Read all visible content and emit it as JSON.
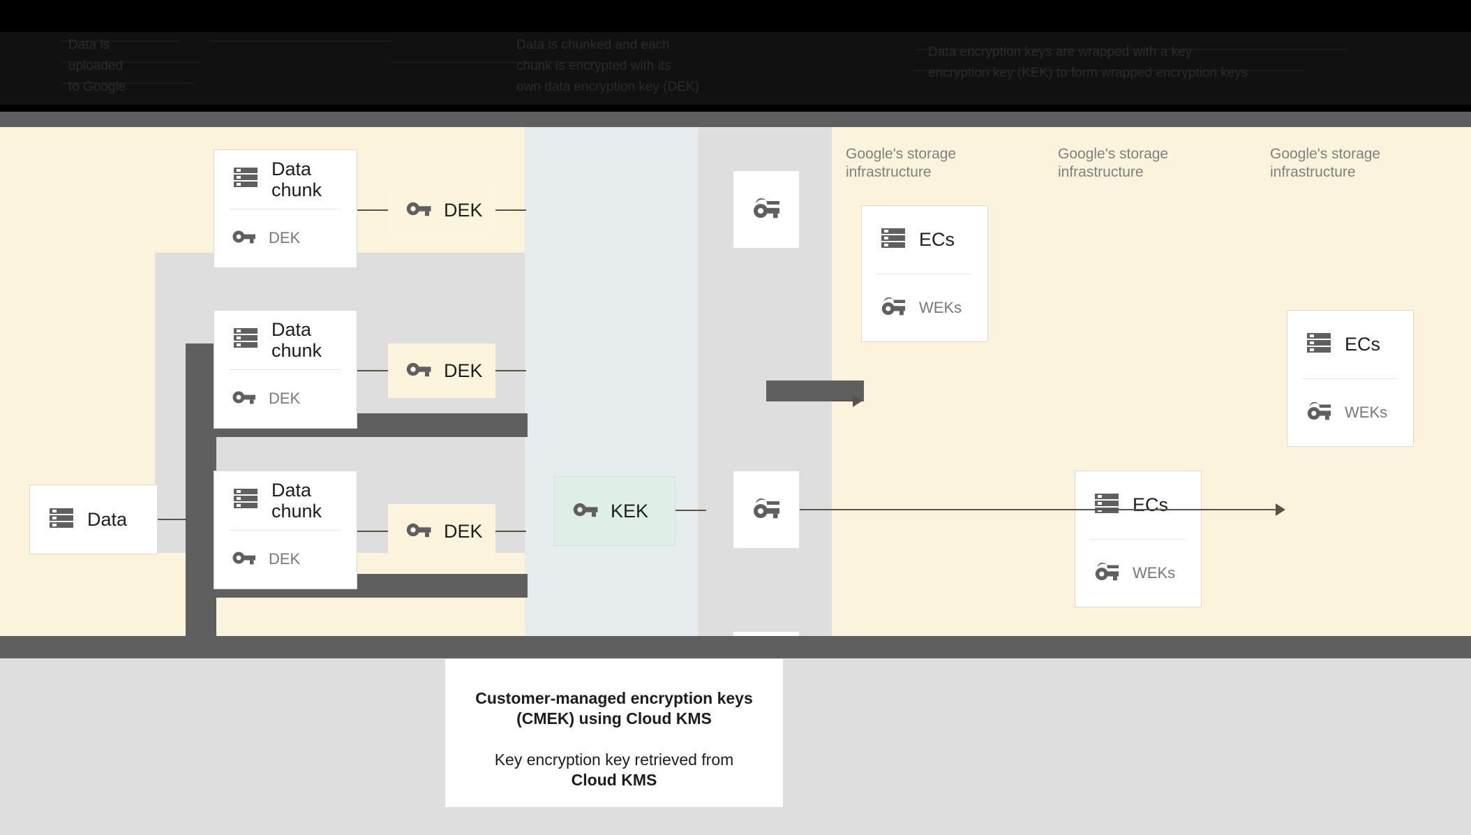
{
  "header": {
    "columns": [
      {
        "lines": [
          "Data is",
          "uploaded",
          "to Google"
        ]
      },
      {
        "lines": [
          "Data is chunked and each",
          "chunk is encrypted with its",
          "own data encryption key (DEK)"
        ]
      },
      {
        "lines": [
          "Data encryption keys are wrapped with a key",
          "encryption key (KEK) to form wrapped encryption keys"
        ]
      }
    ]
  },
  "diagram": {
    "source": {
      "label": "Data",
      "icon": "storage-icon"
    },
    "chunks": [
      {
        "title": "Data chunk",
        "icon": "storage-icon",
        "footer_label": "DEK",
        "footer_icon": "key-icon"
      },
      {
        "title": "Data chunk",
        "icon": "storage-icon",
        "footer_label": "DEK",
        "footer_icon": "key-icon"
      },
      {
        "title": "Data chunk",
        "icon": "storage-icon",
        "footer_label": "DEK",
        "footer_icon": "key-icon"
      }
    ],
    "deks": [
      {
        "label": "DEK",
        "icon": "key-icon"
      },
      {
        "label": "DEK",
        "icon": "key-icon"
      },
      {
        "label": "DEK",
        "icon": "key-icon"
      }
    ],
    "kek": {
      "label": "KEK",
      "icon": "key-icon"
    },
    "wrapped_keys": [
      {
        "icon": "double-key-icon"
      },
      {
        "icon": "double-key-icon"
      },
      {
        "icon": "double-key-icon"
      }
    ],
    "infra_labels": [
      "Google's storage infrastructure",
      "Google's storage infrastructure",
      "Google's storage infrastructure"
    ],
    "storage_cards": [
      {
        "title": "ECs",
        "icon": "storage-icon",
        "footer_label": "WEKs",
        "footer_icon": "double-key-icon"
      },
      {
        "title": "ECs",
        "icon": "storage-icon",
        "footer_label": "WEKs",
        "footer_icon": "double-key-icon"
      },
      {
        "title": "ECs",
        "icon": "storage-icon",
        "footer_label": "WEKs",
        "footer_icon": "double-key-icon"
      }
    ]
  },
  "caption": {
    "title_line1": "Customer-managed encryption keys",
    "title_line2": "(CMEK) using Cloud KMS",
    "body_line1": "Key encryption key retrieved from",
    "body_line2": "Cloud KMS"
  },
  "colors": {
    "band_cream": "#FBF3DC",
    "band_blue_gray": "#E7ECEE",
    "dark_gray": "#5F5F5F",
    "dek_fill": "#FDF4DE",
    "kek_fill": "#DFEEE6",
    "footer_gray": "#DEDEDE"
  }
}
